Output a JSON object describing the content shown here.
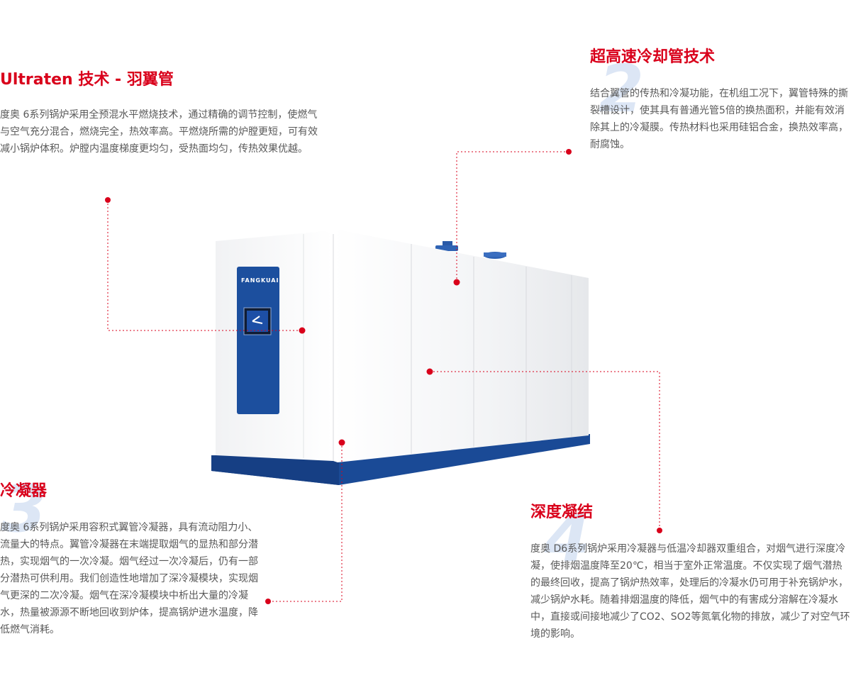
{
  "colors": {
    "accent": "#d9001b",
    "panel": "#1c4f9e",
    "base": "#1a4a96"
  },
  "sections": [
    {
      "title": "Ultraten 技术 - 羽翼管",
      "number": "",
      "text": "度奥 6系列锅炉采用全预混水平燃烧技术，通过精确的调节控制，使燃气与空气充分混合，燃烧完全，热效率高。平燃烧所需的炉膛更短，可有效减小锅炉体积。炉膛内温度梯度更均匀，受热面均匀，传热效果优越。"
    },
    {
      "title": "超高速冷却管技术",
      "number": "2",
      "text": "结合翼管的传热和冷凝功能，在机组工况下，翼管特殊的撕裂槽设计，使其具有普通光管5倍的换热面积，并能有效消除其上的冷凝膜。传热材料也采用硅铝合金，换热效率高，耐腐蚀。"
    },
    {
      "title": "冷凝器",
      "number": "3",
      "text": "度奥 6系列锅炉采用容积式翼管冷凝器，具有流动阻力小、流量大的特点。翼管冷凝器在末端提取烟气的显热和部分潜热，实现烟气的一次冷凝。烟气经过一次冷凝后，仍有一部分潜热可供利用。我们创造性地增加了深冷凝模块，实现烟气更深的二次冷凝。烟气在深冷凝模块中析出大量的冷凝水，热量被源源不断地回收到炉体，提高锅炉进水温度，降低燃气消耗。"
    },
    {
      "title": "深度凝结",
      "number": "4",
      "text": "度奥 D6系列锅炉采用冷凝器与低温冷却器双重组合，对烟气进行深度冷凝，使排烟温度降至20℃，相当于室外正常温度。不仅实现了烟气潜热的最终回收，提高了锅炉热效率，处理后的冷凝水仍可用于补充锅炉水，减少锅炉水耗。随着排烟温度的降低，烟气中的有害成分溶解在冷凝水中，直接或间接地减少了CO2、SO2等氮氧化物的排放，减少了对空气环境的影响。"
    }
  ],
  "product": {
    "brand": "FANGKUAI"
  }
}
